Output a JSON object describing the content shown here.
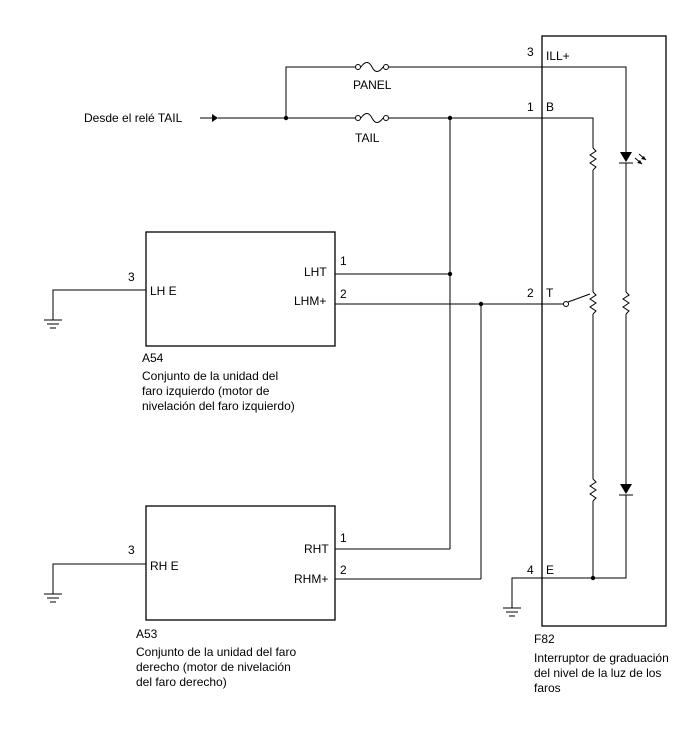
{
  "source": {
    "label": "Desde el relé TAIL"
  },
  "fuses": {
    "panel": "PANEL",
    "tail": "TAIL"
  },
  "a54": {
    "id": "A54",
    "desc": [
      "Conjunto de la unidad del",
      "faro izquierdo (motor de",
      "nivelación del faro izquierdo)"
    ],
    "pin_lhe": "LH E",
    "pin_lhe_num": "3",
    "pin_lht": "LHT",
    "pin_lht_num": "1",
    "pin_lhm": "LHM+",
    "pin_lhm_num": "2"
  },
  "a53": {
    "id": "A53",
    "desc": [
      "Conjunto de la unidad del faro",
      "derecho (motor de nivelación",
      "del faro derecho)"
    ],
    "pin_rhe": "RH E",
    "pin_rhe_num": "3",
    "pin_rht": "RHT",
    "pin_rht_num": "1",
    "pin_rhm": "RHM+",
    "pin_rhm_num": "2"
  },
  "f82": {
    "id": "F82",
    "desc": [
      "Interruptor de graduación",
      "del nivel de la luz de los",
      "faros"
    ],
    "pin_ill": "ILL+",
    "pin_ill_num": "3",
    "pin_b": "B",
    "pin_b_num": "1",
    "pin_t": "T",
    "pin_t_num": "2",
    "pin_e": "E",
    "pin_e_num": "4"
  }
}
